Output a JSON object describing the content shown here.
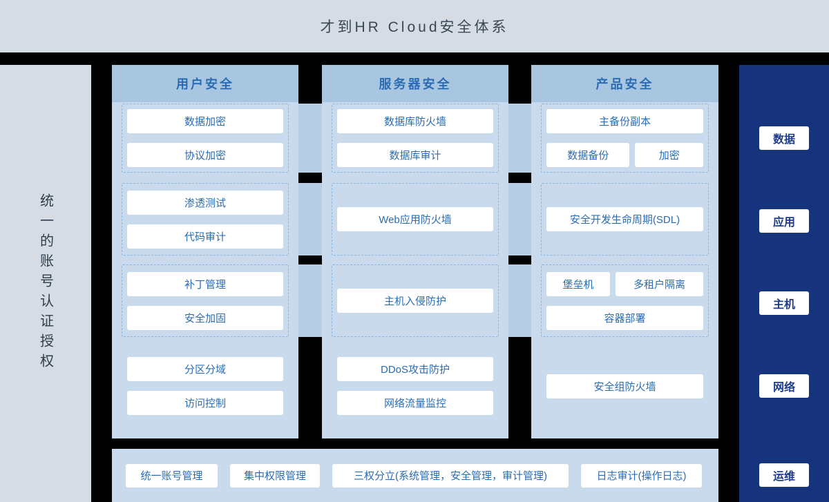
{
  "header": {
    "title": "才到HR Cloud安全体系"
  },
  "left_panel": {
    "text": "统一的账号认证授权"
  },
  "columns": [
    {
      "title": "用户安全",
      "group1": [
        "数据加密",
        "协议加密"
      ],
      "group2": [
        "渗透测试",
        "代码审计"
      ],
      "group3": [
        "补丁管理",
        "安全加固"
      ],
      "group4": [
        "分区分域",
        "访问控制"
      ]
    },
    {
      "title": "服务器安全",
      "group1": [
        "数据库防火墙",
        "数据库审计"
      ],
      "group2": [
        "Web应用防火墙"
      ],
      "group3": [
        "主机入侵防护"
      ],
      "group4": [
        "DDoS攻击防护",
        "网络流量监控"
      ]
    },
    {
      "title": "产品安全",
      "group1_full": "主备份副本",
      "group1_pair": [
        "数据备份",
        "加密"
      ],
      "group2": [
        "安全开发生命周期(SDL)"
      ],
      "group3_pair": [
        "堡垒机",
        "多租户隔离"
      ],
      "group3_full": "容器部署",
      "group4": [
        "安全组防火墙"
      ]
    }
  ],
  "right_panel": {
    "items": [
      "数据",
      "应用",
      "主机",
      "网络",
      "运维"
    ]
  },
  "bottom_bar": {
    "items": [
      "统一账号管理",
      "集中权限管理",
      "三权分立(系统管理，安全管理，审计管理)",
      "日志审计(操作日志)"
    ]
  },
  "colors": {
    "header_bg": "#d6dce4",
    "column_header_bg": "#a9c6e1",
    "column_body_bg": "#c8daeb",
    "connector": "#b7cee6",
    "navy_panel": "#18337e",
    "box_text_blue": "#2a6cb4",
    "background": "#000000"
  }
}
